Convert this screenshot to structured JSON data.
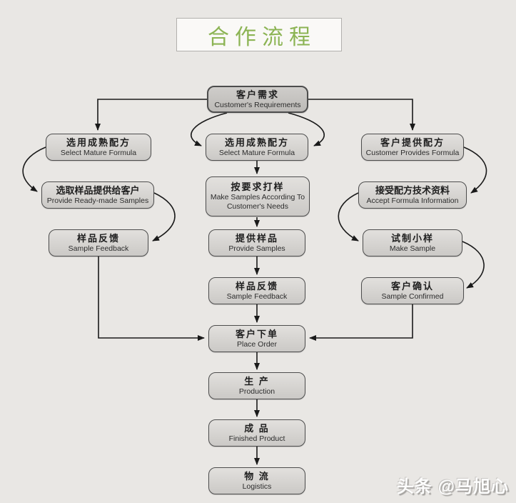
{
  "title": {
    "text": "合作流程"
  },
  "watermark": {
    "text": "头条 @马旭心"
  },
  "colors": {
    "title_green": "#8cb454",
    "background": "#e9e7e4",
    "node_fill": "#d5d3d0",
    "node_border": "#4d4d4d",
    "arrow": "#1a1a1a"
  },
  "nodes": {
    "customer_requirements": {
      "zh": "客户需求",
      "en": "Customer's Requirements"
    },
    "select_mature_formula_left": {
      "zh": "选用成熟配方",
      "en": "Select Mature Formula"
    },
    "provide_ready_made_samples": {
      "zh": "选取样品提供给客户",
      "en": "Provide Ready-made Samples"
    },
    "sample_feedback_left": {
      "zh": "样品反馈",
      "en": "Sample Feedback"
    },
    "select_mature_formula_mid": {
      "zh": "选用成熟配方",
      "en": "Select Mature Formula"
    },
    "make_samples_according": {
      "zh": "按要求打样",
      "en": "Make Samples According To Customer's Needs"
    },
    "provide_samples": {
      "zh": "提供样品",
      "en": "Provide Samples"
    },
    "sample_feedback_mid": {
      "zh": "样品反馈",
      "en": "Sample Feedback"
    },
    "customer_provides_formula": {
      "zh": "客户提供配方",
      "en": "Customer Provides Formula"
    },
    "accept_formula_information": {
      "zh": "接受配方技术资料",
      "en": "Accept Formula Information"
    },
    "make_sample": {
      "zh": "试制小样",
      "en": "Make Sample"
    },
    "sample_confirmed": {
      "zh": "客户确认",
      "en": "Sample Confirmed"
    },
    "place_order": {
      "zh": "客户下单",
      "en": "Place Order"
    },
    "production": {
      "zh": "生 产",
      "en": "Production"
    },
    "finished_product": {
      "zh": "成 品",
      "en": "Finished Product"
    },
    "logistics": {
      "zh": "物 流",
      "en": "Logistics"
    }
  }
}
